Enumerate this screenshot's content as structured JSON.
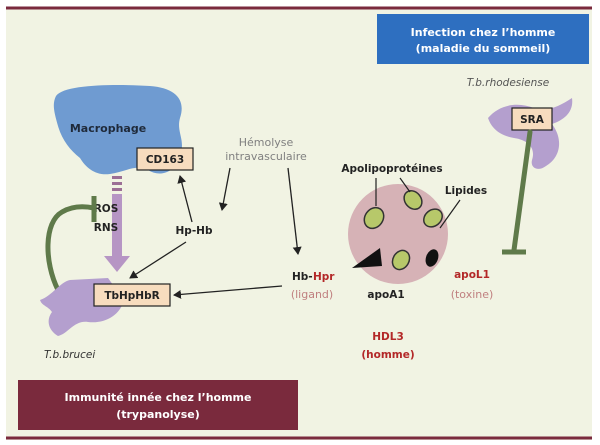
{
  "colors": {
    "panel_bg": "#f1f3e3",
    "maroon": "#7a2a3d",
    "blue": "#2e6fc0",
    "macrophage": "#6f9bd1",
    "trypanosome": "#b49fce",
    "orange_box": "#f7dcbe",
    "hdl": "#d6b2b6",
    "green": "#5f7a4a",
    "particle": "#b7c86a",
    "dark": "#222222",
    "red": "#b32828",
    "grey_text": "#808080"
  },
  "labels": {
    "infection_title_l1": "Infection chez l’homme",
    "infection_title_l2": "(maladie du sommeil)",
    "immunity_title_l1": "Immunité innée chez l’homme",
    "immunity_title_l2": "(trypanolyse)",
    "macrophage": "Macrophage",
    "cd163": "CD163",
    "hemolyse_l1": "Hémolyse",
    "hemolyse_l2": "intravasculaire",
    "ros": "ROS",
    "rns": "RNS",
    "hp_hb": "Hp-Hb",
    "tbhphbr": "TbHpHbR",
    "t_brucei": "T.b.brucei",
    "hb": "Hb-",
    "hpr": "Hpr",
    "ligand": "(ligand)",
    "apolipoproteines": "Apolipoprotéines",
    "lipides": "Lipides",
    "apoa1": "apoA1",
    "apol1": "apoL1",
    "toxine": "(toxine)",
    "hdl3": "HDL3",
    "homme": "(homme)",
    "t_rhodesiense": "T.b.rhodesiense",
    "sra": "SRA"
  }
}
